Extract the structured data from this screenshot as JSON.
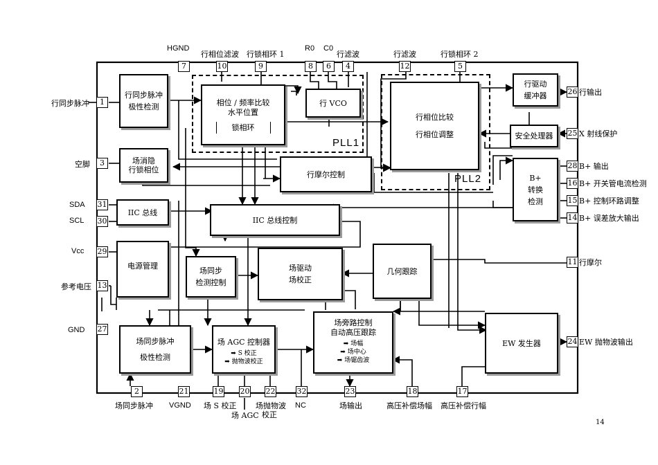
{
  "blocks": {
    "h_sync_polarity": [
      "行同步脉冲",
      "极性检测"
    ],
    "phase_freq_compare": [
      "相位 / 频率比较",
      "水平位置",
      "锁相环"
    ],
    "h_vco": "行 VCO",
    "h_phase_compare": [
      "行相位比较",
      "行相位调整"
    ],
    "h_drive_buffer": [
      "行驱动",
      "缓冲器"
    ],
    "safety_processor": "安全处理器",
    "b_plus_detect": [
      "B+",
      "转换",
      "检测"
    ],
    "field_blank": [
      "场消隐",
      "行锁相位"
    ],
    "h_moire": "行摩尔控制",
    "iic_bus": "IIC 总线",
    "iic_bus_control": "IIC 总线控制",
    "power_mgmt": "电源管理",
    "field_sync_detect": [
      "场同步",
      "检测控制"
    ],
    "field_drive": [
      "场驱动",
      "场校正"
    ],
    "geometry_tracking": "几何跟踪",
    "v_sync_polarity": [
      "场同步脉冲",
      "极性检测"
    ],
    "field_agc": "场 AGC 控制器",
    "field_agc_sub": [
      "S 校正",
      "抛物波校正"
    ],
    "field_bypass": [
      "场旁路控制",
      "自动高压跟踪"
    ],
    "field_bypass_sub": [
      "场幅",
      "场中心",
      "场锯齿波"
    ],
    "ew_generator": "EW 发生器"
  },
  "pll_labels": [
    "PLL1",
    "PLL2"
  ],
  "pins": {
    "p1": "1",
    "p2": "2",
    "p3": "3",
    "p4": "4",
    "p5": "5",
    "p6": "6",
    "p7": "7",
    "p8": "8",
    "p9": "9",
    "p10": "10",
    "p11": "11",
    "p12": "12",
    "p13": "13",
    "p14": "14",
    "p15": "15",
    "p16": "16",
    "p17": "17",
    "p18": "18",
    "p19": "19",
    "p20": "20",
    "p21": "21",
    "p22": "22",
    "p23": "23",
    "p24": "24",
    "p25": "25",
    "p26": "26",
    "p27": "27",
    "p28": "28",
    "p29": "29",
    "p30": "30",
    "p31": "31",
    "p32": "32"
  },
  "pin_labels": {
    "hgnd": "HGND",
    "p10": "行相位滤波",
    "p9": "行锁相环 1",
    "r0": "R0",
    "c0": "C0",
    "p4": "行滤波",
    "p12": "行滤波",
    "p5": "行锁相环 2",
    "p1": "行同步脉冲",
    "p3": "空脚",
    "sda": "SDA",
    "scl": "SCL",
    "vcc": "Vcc",
    "p13": "参考电压",
    "gnd": "GND",
    "p26": "行输出",
    "p25": "X 射线保护",
    "p28": "B+ 输出",
    "p16": "B+ 开关管电流检测",
    "p15": "B+ 控制环路调整",
    "p14": "B+ 误差放大输出",
    "p11": "行摩尔",
    "p24": "EW 抛物波输出",
    "p2": "场同步脉冲",
    "vgnd": "VGND",
    "p19": "场 S 校正",
    "p20": "场 AGC",
    "p22": "场抛物波",
    "p22b": "校正",
    "p32": "NC",
    "p23": "场输出",
    "p18": "高压补偿场幅",
    "p17": "高压补偿行幅"
  },
  "page_number": "14"
}
